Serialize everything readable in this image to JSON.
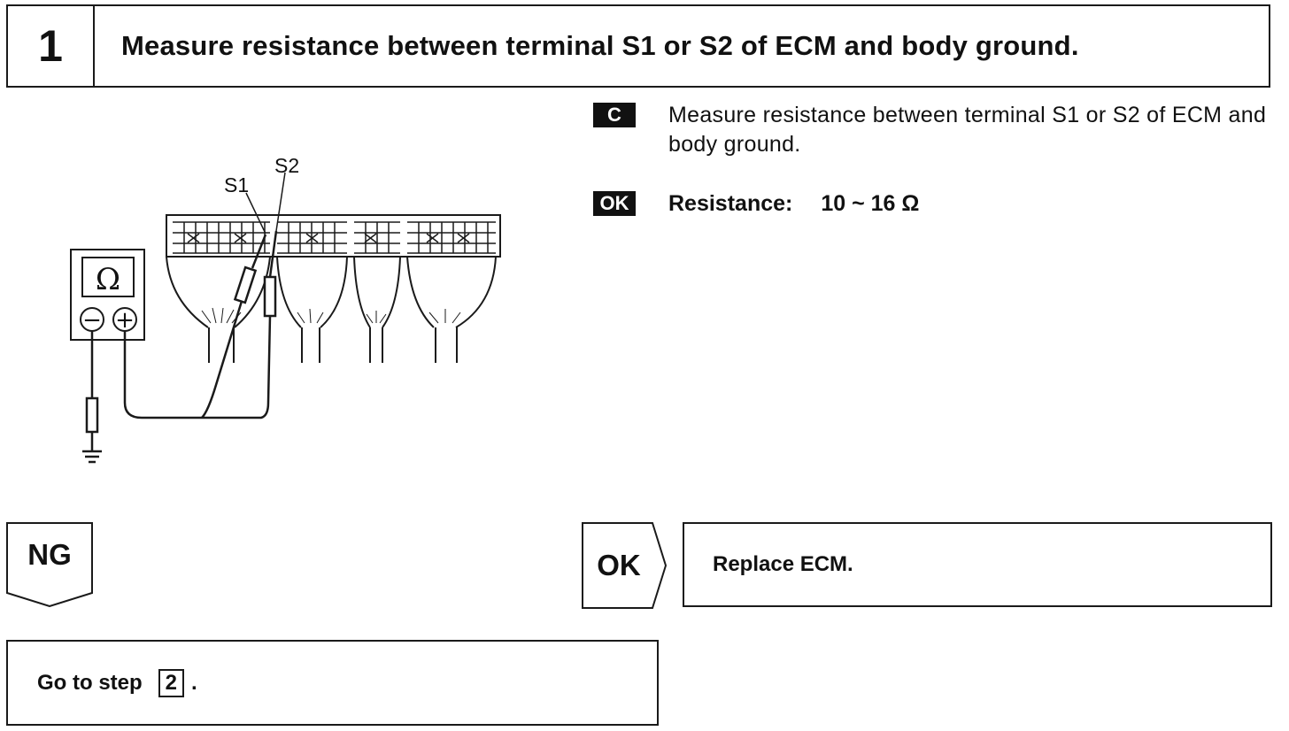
{
  "step": {
    "number": "1",
    "title": "Measure resistance between terminal S1 or S2 of ECM and body ground."
  },
  "check": {
    "tag": "C",
    "text": "Measure resistance between terminal S1 or S2 of ECM and body ground."
  },
  "ok_spec": {
    "tag": "OK",
    "label": "Resistance:",
    "value": "10 ~ 16 Ω"
  },
  "diagram": {
    "terminal_s1": "S1",
    "terminal_s2": "S2",
    "meter_symbol": "Ω",
    "meter_minus": "−",
    "meter_plus": "+"
  },
  "ng_branch": {
    "label": "NG",
    "action_prefix": "Go to step",
    "action_step": "2",
    "action_suffix": "."
  },
  "ok_branch": {
    "label": "OK",
    "action": "Replace ECM."
  }
}
